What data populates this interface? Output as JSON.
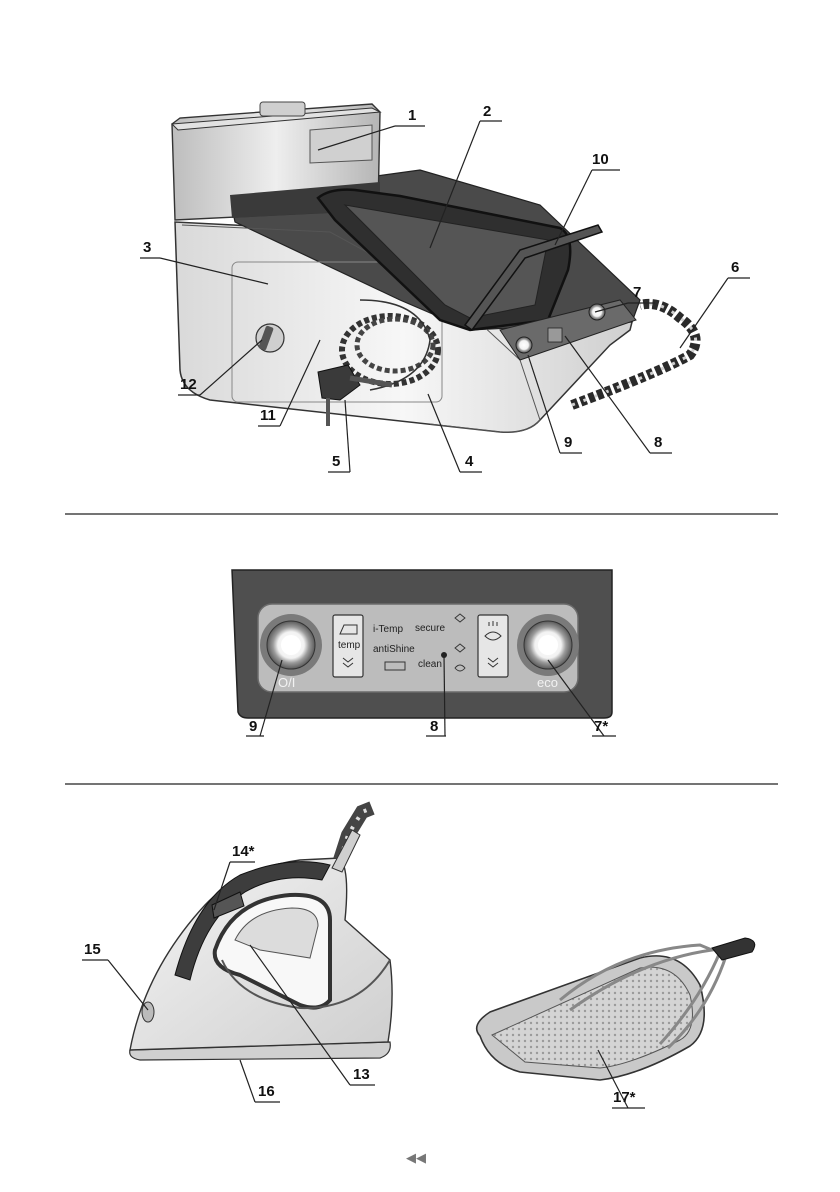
{
  "callouts_top": [
    "1",
    "2",
    "10",
    "3",
    "6",
    "7",
    "12",
    "11",
    "9",
    "8",
    "5",
    "4"
  ],
  "callouts_panel": [
    "9",
    "8",
    "7*"
  ],
  "callouts_iron": [
    "14*",
    "15",
    "13",
    "16",
    "17*"
  ],
  "panel": {
    "knob_left": "O/I",
    "knob_right": "eco",
    "temp_label": "temp",
    "itemp": "i-Temp",
    "antishine": "antiShine",
    "secure": "secure",
    "clean": "clean"
  },
  "nav_glyph": "◀◀"
}
